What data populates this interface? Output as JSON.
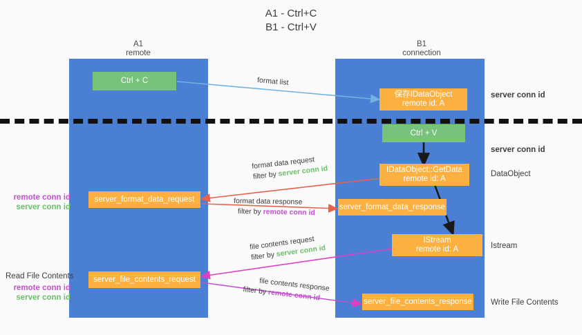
{
  "title": {
    "line1": "A1 - Ctrl+C",
    "line2": "B1 - Ctrl+V"
  },
  "lanes": [
    {
      "name": "A1",
      "sub": "remote"
    },
    {
      "name": "B1",
      "sub": "connection"
    }
  ],
  "boxes": {
    "ctrl_c": "Ctrl + C",
    "ctrl_v": "Ctrl + V",
    "save_idataobject_l1": "保存IDataObject",
    "save_idataobject_l2": "remote id: A",
    "getdata_l1": "IDataObject::GetData",
    "getdata_l2": "remote id: A",
    "istream_l1": "IStream",
    "istream_l2": "remote id: A",
    "server_format_data_request": "server_format_data_request",
    "server_format_data_response": "server_format_data_response",
    "server_file_contents_request": "server_file_contents_request",
    "server_file_contents_response": "server_file_contents_response"
  },
  "right_labels": {
    "server_conn_id_1": "server conn id",
    "server_conn_id_2": "server conn id",
    "dataobject": "DataObject",
    "istream": "Istream",
    "write_file_contents": "Write File Contents"
  },
  "left_labels": {
    "remote_conn_id_1": "remote conn id",
    "server_conn_id_1": "server conn id",
    "read_file_contents": "Read File Contents",
    "remote_conn_id_2": "remote conn id",
    "server_conn_id_2": "server conn id"
  },
  "arrow_labels": {
    "format_list": "format list",
    "format_data_request": "format data request",
    "filter_by": "filter by ",
    "server_conn_id": "server conn id",
    "remote_conn_id": "remote conn id",
    "format_data_response": "format data response",
    "file_contents_request": "file contents request",
    "file_contents_response": "file contents response"
  },
  "colors": {
    "lane": "#4a7fd4",
    "orange": "#fbb040",
    "green_box": "#77c37c",
    "green_text": "#6abf69",
    "purple_text": "#c44fd0",
    "blue_arrow": "#6fb3e0",
    "red_arrow": "#e8614d",
    "pink_arrow": "#e040c0",
    "black_arrow": "#1a1a1a"
  }
}
